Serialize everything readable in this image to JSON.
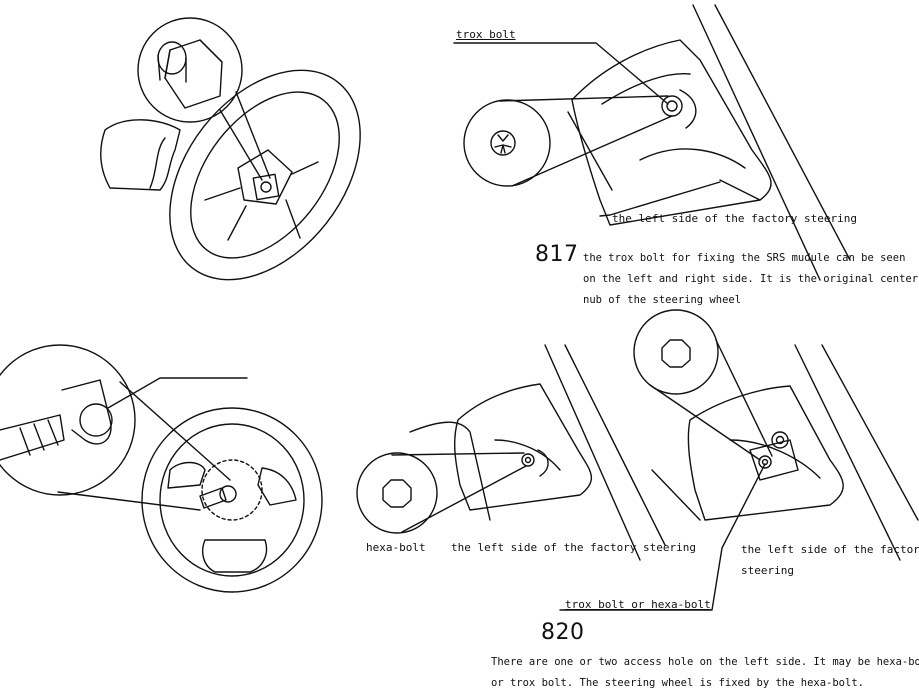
{
  "top_right": {
    "callout_top": "trox bolt",
    "callout_bottom": "the left side of the factory steering"
  },
  "fig817": {
    "number": "817",
    "lines": [
      "the trox bolt for fixing the SRS mudule can be seen",
      "on the left and right side. It is the original center",
      "nub of the steering wheel"
    ]
  },
  "bottom_middle": {
    "hexa_label": "hexa-bolt",
    "steering_label": "the left side of the factory steering"
  },
  "bottom_right": {
    "steering_label": [
      "the left side of the factory",
      "steering"
    ],
    "bolt_label": "trox bolt or hexa-bolt"
  },
  "fig820": {
    "number": "820",
    "lines": [
      "There are one or two access hole on the left side. It may be hexa-bolt",
      "or trox bolt. The steering wheel is fixed by the hexa-bolt."
    ]
  }
}
